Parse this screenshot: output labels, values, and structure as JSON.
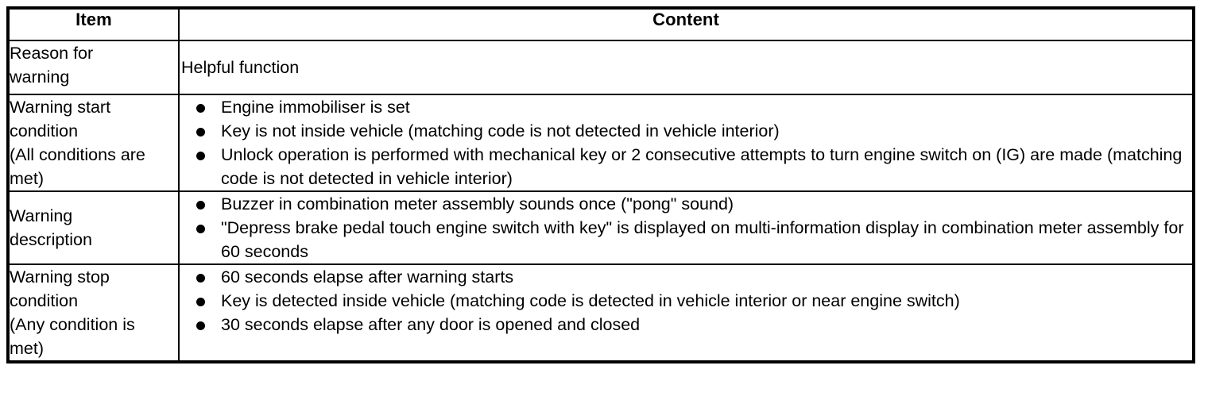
{
  "table": {
    "headers": {
      "item": "Item",
      "content": "Content"
    },
    "rows": [
      {
        "item_lines": [
          "Reason for",
          "warning"
        ],
        "content_type": "plain",
        "content_text": "Helpful function",
        "bullets": []
      },
      {
        "item_lines": [
          "Warning start",
          "condition",
          "(All conditions are",
          "met)"
        ],
        "content_type": "bullets",
        "content_text": "",
        "bullets": [
          "Engine immobiliser is set",
          "Key is not inside vehicle (matching code is not detected in vehicle interior)",
          "Unlock operation is performed with mechanical key or 2 consecutive attempts to turn engine switch on (IG) are made (matching code is not detected in vehicle interior)"
        ]
      },
      {
        "item_lines": [
          "Warning",
          "description"
        ],
        "content_type": "bullets",
        "content_text": "",
        "bullets": [
          "Buzzer in combination meter assembly sounds once (\"pong\" sound)",
          "\"Depress brake pedal touch engine switch with key\" is displayed on multi-information display in combination meter assembly for 60 seconds"
        ]
      },
      {
        "item_lines": [
          "Warning stop",
          "condition",
          "(Any condition is",
          "met)"
        ],
        "content_type": "bullets",
        "content_text": "",
        "bullets": [
          "60 seconds elapse after warning starts",
          "Key is detected inside vehicle (matching code is detected in vehicle interior or near engine switch)",
          "30 seconds elapse after any door is opened and closed"
        ]
      }
    ]
  },
  "style": {
    "text_color": "#000000",
    "border_color": "#000000",
    "background": "#ffffff"
  }
}
